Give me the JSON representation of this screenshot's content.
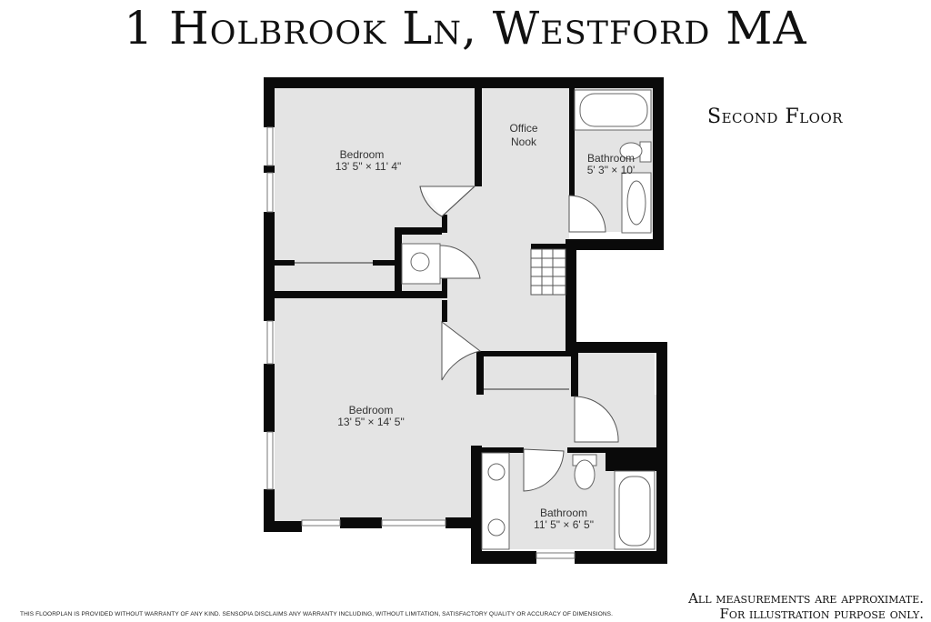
{
  "header": {
    "title": "1 Holbrook Ln, Westford MA",
    "floor_label": "Second Floor"
  },
  "rooms": [
    {
      "name": "Bedroom",
      "dims": "13' 5\" × 11' 4\""
    },
    {
      "name": "Office",
      "name2": "Nook"
    },
    {
      "name": "Bathroom",
      "dims": "5' 3\" × 10'"
    },
    {
      "name": "Bedroom",
      "dims": "13' 5\" × 14' 5\""
    },
    {
      "name": "Bathroom",
      "dims": "11' 5\" × 6' 5\""
    }
  ],
  "footer": {
    "disclaimer": "THIS FLOORPLAN IS PROVIDED WITHOUT WARRANTY OF ANY KIND. SENSOPIA DISCLAIMS ANY WARRANTY INCLUDING, WITHOUT LIMITATION, SATISFACTORY QUALITY OR ACCURACY OF DIMENSIONS.",
    "approx_line1": "All measurements are approximate.",
    "approx_line2": "For illustration purpose only."
  },
  "colors": {
    "floor": "#e4e4e4",
    "wall": "#0a0a0a",
    "fixture": "#ffffff"
  }
}
